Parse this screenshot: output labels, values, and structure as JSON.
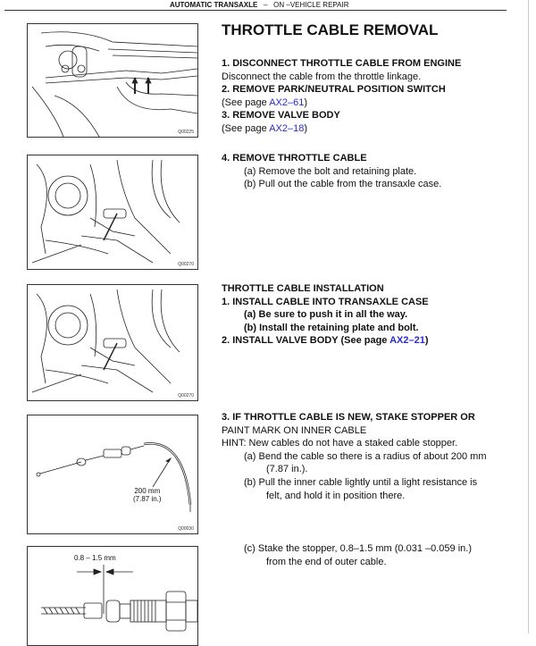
{
  "header": {
    "section": "AUTOMATIC TRANSAXLE",
    "separator": "–",
    "subsection": "ON –VEHICLE REPAIR"
  },
  "title": "THROTTLE CABLE REMOVAL",
  "figures": [
    {
      "code": "Q00225"
    },
    {
      "code": "Q00270"
    },
    {
      "code": "Q00270"
    },
    {
      "code": "Q00030",
      "label_mm": "200 mm",
      "label_in": "(7.87 in.)"
    },
    {
      "label": "0.8 – 1.5 mm"
    }
  ],
  "removal": {
    "step1": "1. DISCONNECT THROTTLE CABLE FROM ENGINE",
    "step1_text": "Disconnect the cable from the throttle linkage.",
    "step2": "2. REMOVE PARK/NEUTRAL POSITION SWITCH",
    "step2_pre": "(See page ",
    "step2_link": "AX2–61",
    "step2_post": ")",
    "step3": "3. REMOVE VALVE BODY",
    "step3_pre": "(See page ",
    "step3_link": "AX2–18",
    "step3_post": ")",
    "step4": "4. REMOVE THROTTLE CABLE",
    "step4a": "(a) Remove the bolt and retaining plate.",
    "step4b": "(b) Pull out the cable from the transaxle case."
  },
  "installation": {
    "heading": "THROTTLE CABLE INSTALLATION",
    "step1": "1. INSTALL CABLE INTO TRANSAXLE CASE",
    "step1a": "(a) Be sure to push it in all the way.",
    "step1b": "(b) Install the retaining plate and bolt.",
    "step2_pre": "2. INSTALL VALVE BODY (See page ",
    "step2_link": "AX2–21",
    "step2_post": ")",
    "step3_line1": "3. IF THROTTLE CABLE IS NEW, STAKE STOPPER OR",
    "step3_line2": "PAINT MARK ON INNER CABLE",
    "hint": "HINT: New cables do not have a staked cable stopper.",
    "step3a_line1": "(a) Bend the cable so there is a radius of about 200 mm",
    "step3a_line2": "(7.87 in.).",
    "step3b_line1": "(b) Pull the inner cable lightly until a light resistance is",
    "step3b_line2": "felt, and hold it in position there.",
    "step3c_line1": "(c) Stake the stopper, 0.8–1.5 mm (0.031 –0.059 in.)",
    "step3c_line2": "from the end of outer cable."
  },
  "colors": {
    "link": "#2a2ad6"
  }
}
